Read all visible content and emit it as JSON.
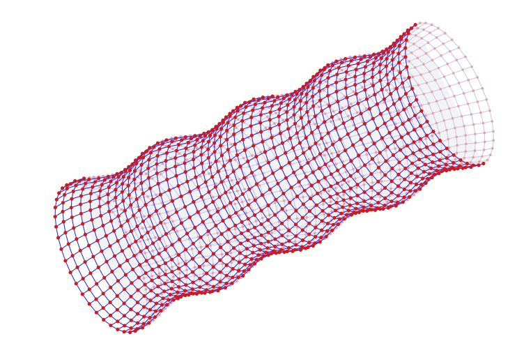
{
  "diagram": {
    "subject": "deformed-cylindrical-lattice",
    "rings": 46,
    "nodes_per_ring": 40,
    "bulges": 4,
    "colors": {
      "background": "#ffffff",
      "edge": "#2f2fdc",
      "node": "#d21818",
      "node_back": "#e8a0a0",
      "edge_back": "#c9c9ee",
      "shading": "#dcdcdc"
    }
  }
}
